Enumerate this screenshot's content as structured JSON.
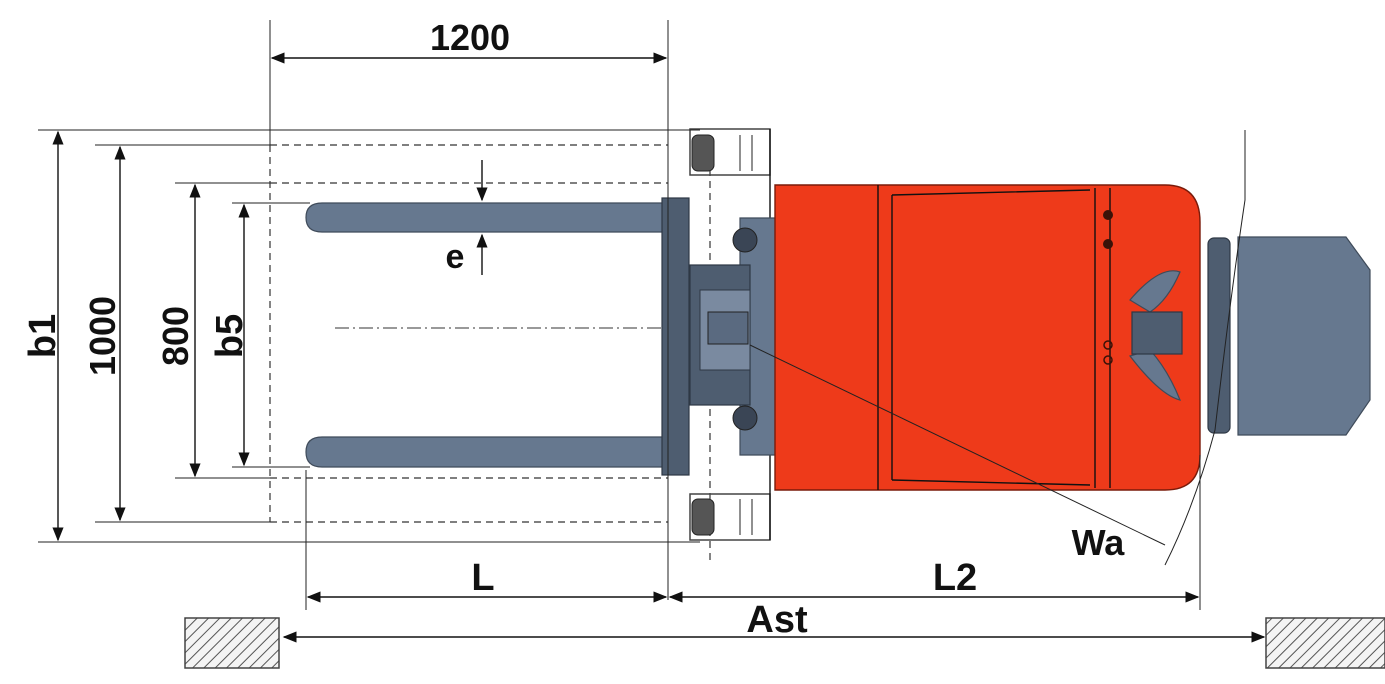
{
  "labels": {
    "width_1200": "1200",
    "b1": "b1",
    "width_1000": "1000",
    "width_800": "800",
    "b5": "b5",
    "e": "e",
    "L": "L",
    "L2": "L2",
    "Wa": "Wa",
    "Ast": "Ast"
  },
  "colors": {
    "body": "#ee3a1a",
    "steel": "#66788f",
    "lines": "#111111"
  }
}
